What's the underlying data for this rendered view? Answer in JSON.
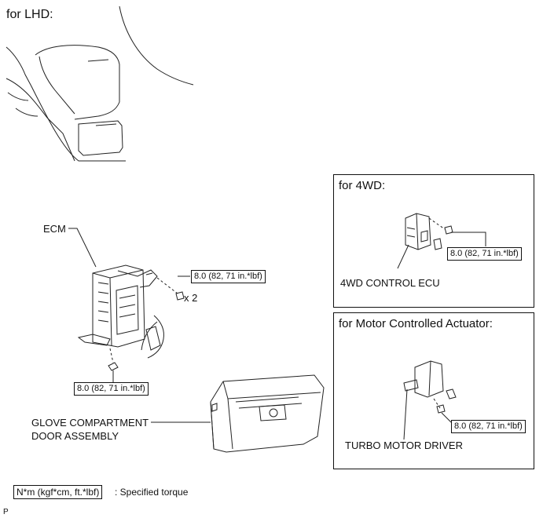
{
  "main": {
    "heading": "for LHD:"
  },
  "labels": {
    "ecm": "ECM",
    "glove_line1": "GLOVE COMPARTMENT",
    "glove_line2": "DOOR ASSEMBLY",
    "multiplier": "x 2"
  },
  "torque": {
    "upper": "8.0 (82, 71 in.*lbf)",
    "lower": "8.0 (82, 71 in.*lbf)"
  },
  "insets": {
    "four_wd": {
      "title": "for 4WD:",
      "torque": "8.0 (82, 71 in.*lbf)",
      "part": "4WD CONTROL ECU"
    },
    "motor_actuator": {
      "title": "for Motor Controlled Actuator:",
      "torque": "8.0 (82, 71 in.*lbf)",
      "part": "TURBO MOTOR DRIVER"
    }
  },
  "legend": {
    "unit_box": "N*m (kgf*cm, ft.*lbf)",
    "description": ": Specified torque"
  },
  "footer": {
    "code": "P"
  }
}
